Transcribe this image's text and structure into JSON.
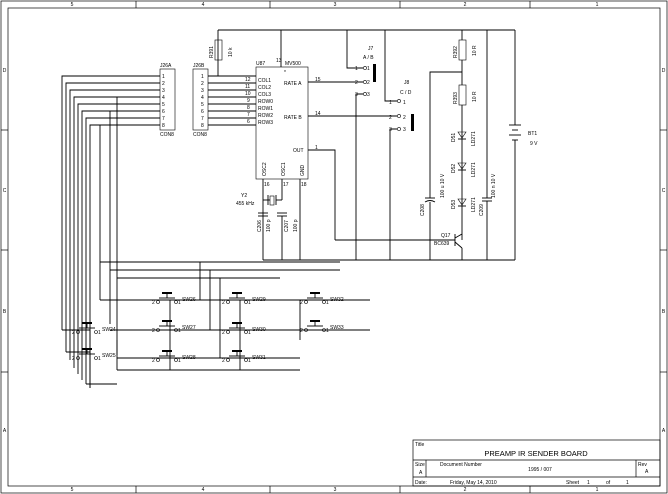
{
  "frame": {
    "columns": [
      "5",
      "4",
      "3",
      "2",
      "1"
    ],
    "rows": [
      "D",
      "C",
      "B",
      "A"
    ]
  },
  "title_block": {
    "title_label": "Title",
    "title": "PREAMP IR SENDER BOARD",
    "size_label": "Size",
    "size": "A",
    "docnum_label": "Document Number",
    "docnum": "1995 / 007",
    "rev_label": "Rev",
    "rev": "A",
    "date_label": "Date:",
    "date": "Friday, May 14, 2010",
    "sheet_label": "Sheet",
    "sheet": "1",
    "of_label": "of",
    "of": "1"
  },
  "connectors": {
    "j26a": {
      "ref": "J26A",
      "name": "CON8",
      "pins": [
        "1",
        "2",
        "3",
        "4",
        "5",
        "6",
        "7",
        "8"
      ]
    },
    "j26b": {
      "ref": "J26B",
      "name": "CON8",
      "pins": [
        "1",
        "2",
        "3",
        "4",
        "5",
        "6",
        "7",
        "8"
      ]
    }
  },
  "ic": {
    "ref": "U87",
    "part": "MV500",
    "left_pins": [
      {
        "num": "12",
        "name": "COL1"
      },
      {
        "num": "11",
        "name": "COL2"
      },
      {
        "num": "10",
        "name": "COL3"
      },
      {
        "num": "9",
        "name": "ROW0"
      },
      {
        "num": "8",
        "name": "ROW1"
      },
      {
        "num": "7",
        "name": "ROW2"
      },
      {
        "num": "6",
        "name": "ROW3"
      }
    ],
    "rate_a": {
      "num": "15",
      "name": "RATE A"
    },
    "rate_b": {
      "num": "14",
      "name": "RATE B"
    },
    "out": {
      "num": "1",
      "name": "OUT"
    },
    "vcc_pin": "13",
    "osc2": {
      "name": "OSC2",
      "num": "16"
    },
    "osc1": {
      "name": "OSC1",
      "num": "17"
    },
    "gnd": {
      "name": "GND",
      "num": "18"
    }
  },
  "parts": {
    "r391": {
      "ref": "R391",
      "value": "10 k"
    },
    "r392": {
      "ref": "R392",
      "value": "10 R"
    },
    "r393": {
      "ref": "R393",
      "value": "10 R"
    },
    "j7": {
      "ref": "J7",
      "name": "A / B",
      "pins": [
        "1",
        "2",
        "3"
      ]
    },
    "j8": {
      "ref": "J8",
      "name": "C / D",
      "pins": [
        "1",
        "2",
        "3"
      ]
    },
    "y2": {
      "ref": "Y2",
      "value": "455 kHz"
    },
    "c206": {
      "ref": "C206",
      "value": "100 p"
    },
    "c207": {
      "ref": "C207",
      "value": "100 p"
    },
    "c208": {
      "ref": "C208",
      "value": "100 u 10 V"
    },
    "c209": {
      "ref": "C209",
      "value": "100 n 10 V"
    },
    "d51": {
      "ref": "D51",
      "value": "LD271"
    },
    "d52": {
      "ref": "D52",
      "value": "LD271"
    },
    "d53": {
      "ref": "D53",
      "value": "LD271"
    },
    "q17": {
      "ref": "Q17",
      "value": "BC639"
    },
    "bt1": {
      "ref": "BT1",
      "value": "9 V"
    },
    "dot": "*"
  },
  "switches": [
    {
      "ref": "SW24"
    },
    {
      "ref": "SW25"
    },
    {
      "ref": "SW26"
    },
    {
      "ref": "SW27"
    },
    {
      "ref": "SW28"
    },
    {
      "ref": "SW29"
    },
    {
      "ref": "SW30"
    },
    {
      "ref": "SW31"
    },
    {
      "ref": "SW32"
    },
    {
      "ref": "SW33"
    }
  ],
  "switch_pins": [
    "1",
    "2"
  ]
}
